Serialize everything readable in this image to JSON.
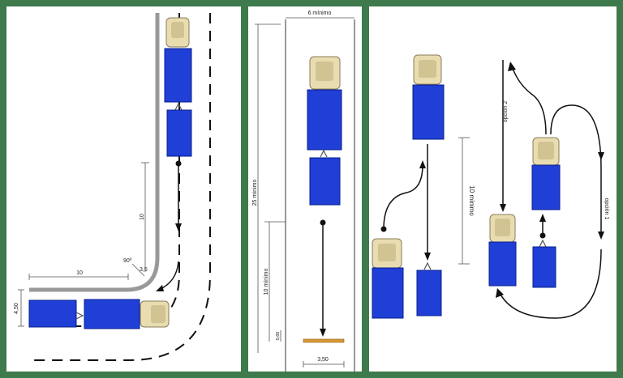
{
  "panel1": {
    "dim_curve_length": "10",
    "dim_straight_length": "10",
    "dim_angle": "90º",
    "dim_radius": "3,5",
    "dim_width": "4,50"
  },
  "panel2": {
    "dim_top_width": "6 mínimo",
    "dim_total_length": "25 mínimo",
    "dim_stop_length": "10 mínimo",
    "dim_stop_mark": "0,60",
    "dim_bottom_width": "3,50"
  },
  "panel3": {
    "dim_length": "10 mínimo",
    "option_1": "opción 1",
    "option_2": "opción 2"
  },
  "colors": {
    "frame": "#3f7a4c",
    "truck_body": "#1f3fd6",
    "cab": "#e8dcb0",
    "curb": "#999999"
  }
}
